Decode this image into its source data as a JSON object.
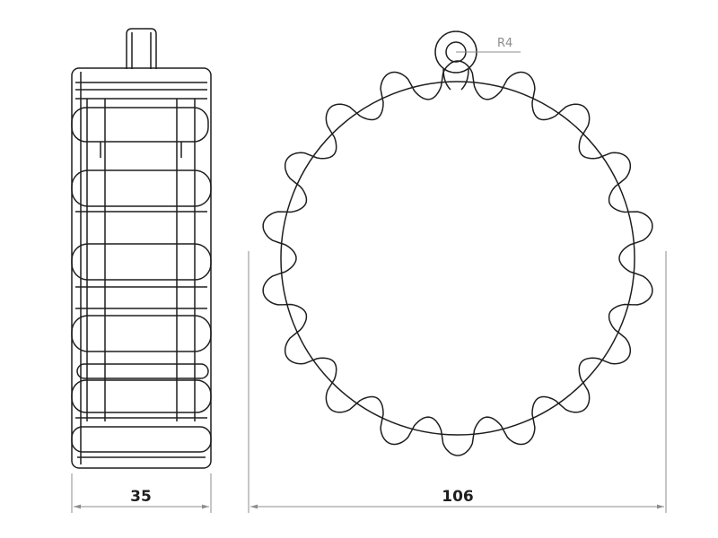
{
  "drawing": {
    "width_label": "35",
    "diameter_label": "106",
    "radius_label": "R4",
    "lobe_count": 18
  },
  "colors": {
    "outline": "#1e1e1e",
    "dimension": "#8c8c8c",
    "background": "#ffffff"
  }
}
